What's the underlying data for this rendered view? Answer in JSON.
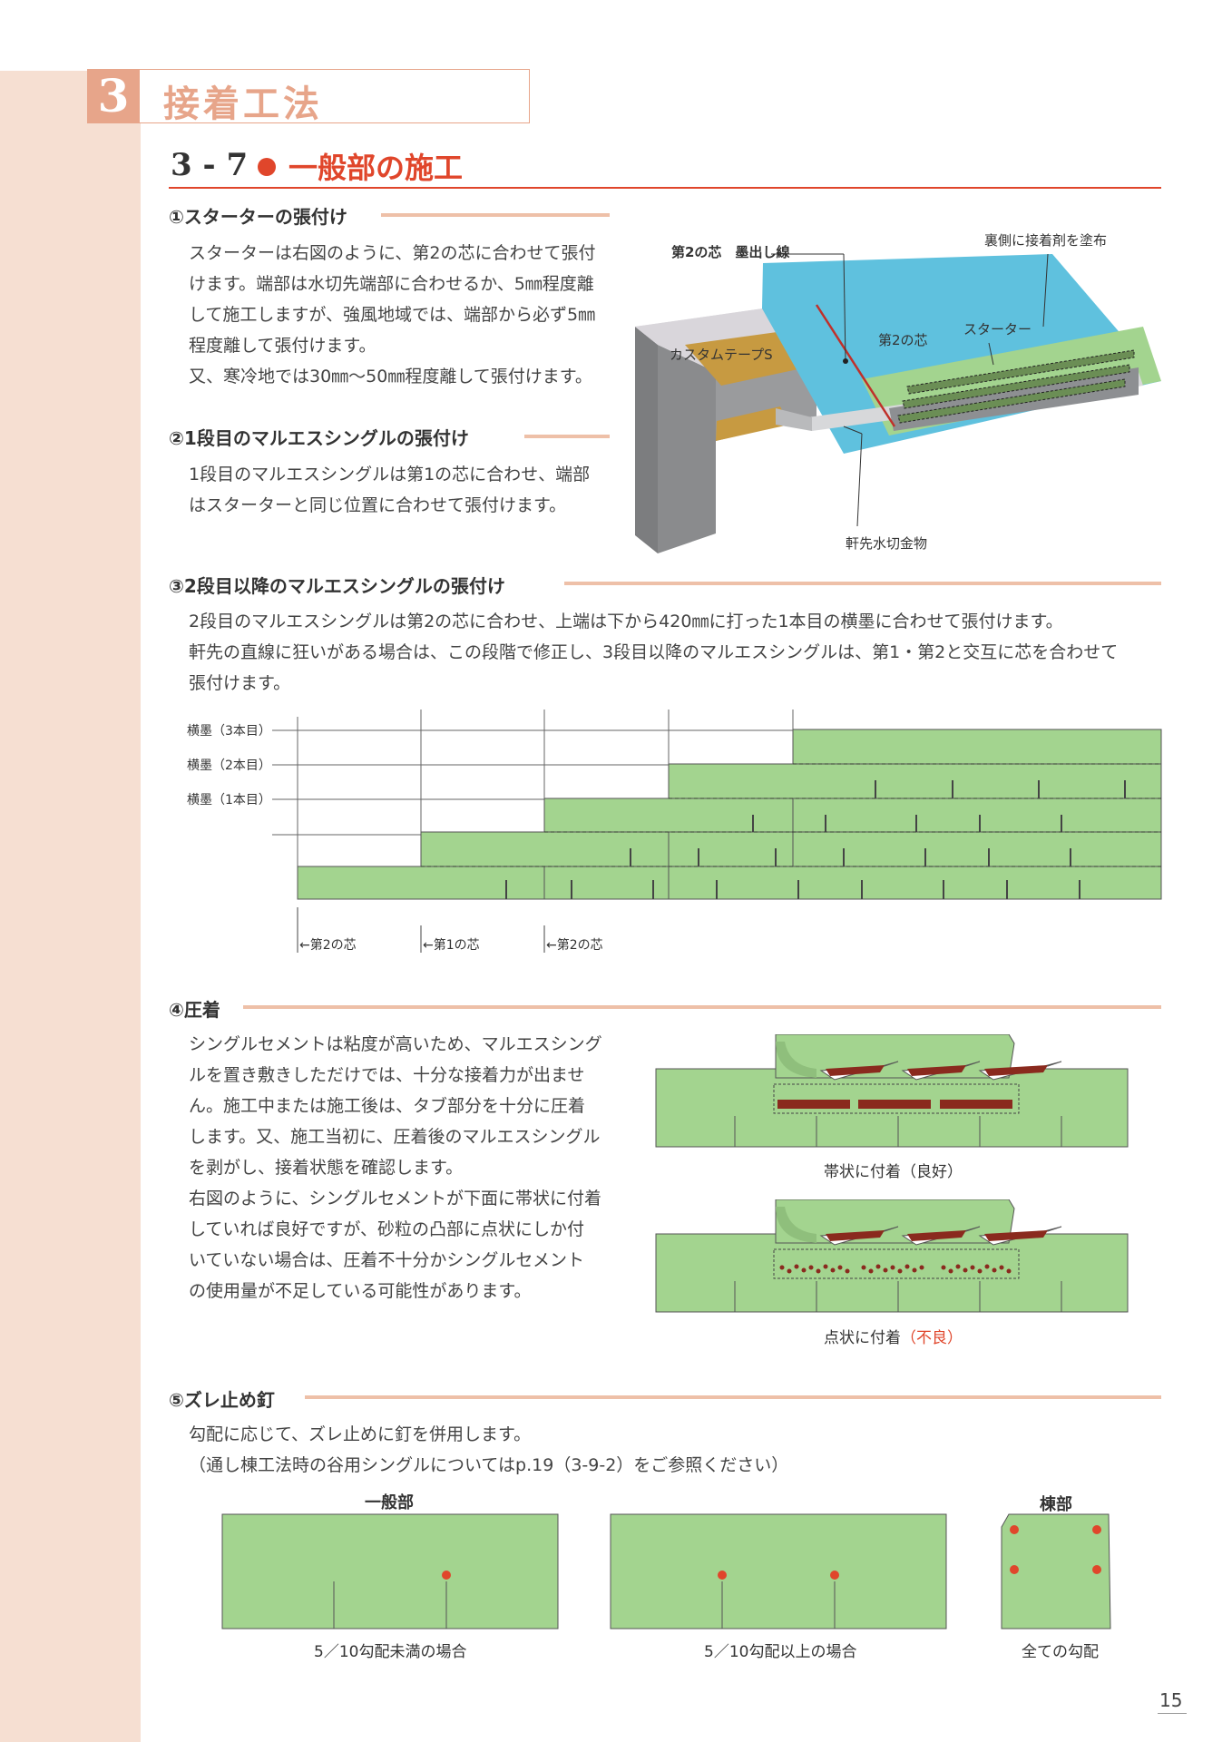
{
  "chapter": {
    "number": "3",
    "title": "接着工法"
  },
  "section": {
    "number": "3 - 7",
    "title": "一般部の施工"
  },
  "s1": {
    "heading": "①スターターの張付け",
    "body": "スターターは右図のように、第2の芯に合わせて張付\nけます。端部は水切先端部に合わせるか、5㎜程度離\nして施工しますが、強風地域では、端部から必ず5㎜\n程度離して張付けます。\n又、寒冷地では30㎜～50㎜程度離して張付けます。",
    "diagram": {
      "label_marking": "第2の芯　墨出し線",
      "label_adhesive": "裏側に接着剤を塗布",
      "label_tape": "カスタムテープS",
      "label_core2": "第2の芯",
      "label_starter": "スターター",
      "label_flashing": "軒先水切金物"
    }
  },
  "s2": {
    "heading": "②1段目のマルエスシングルの張付け",
    "body": "1段目のマルエスシングルは第1の芯に合わせ、端部\nはスターターと同じ位置に合わせて張付けます。"
  },
  "s3": {
    "heading": "③2段目以降のマルエスシングルの張付け",
    "body": "2段目のマルエスシングルは第2の芯に合わせ、上端は下から420㎜に打った1本目の横墨に合わせて張付けます。\n軒先の直線に狂いがある場合は、この段階で修正し、3段目以降のマルエスシングルは、第1・第2と交互に芯を合わせて\n張付けます。",
    "diagram": {
      "lines": [
        "横墨（3本目）",
        "横墨（2本目）",
        "横墨（1本目）"
      ],
      "cores": [
        "←第2の芯",
        "←第1の芯",
        "←第2の芯"
      ]
    }
  },
  "s4": {
    "heading": "④圧着",
    "body": "シングルセメントは粘度が高いため、マルエスシング\nルを置き敷きしただけでは、十分な接着力が出ませ\nん。施工中または施工後は、タブ部分を十分に圧着\nします。又、施工当初に、圧着後のマルエスシングル\nを剥がし、接着状態を確認します。\n右図のように、シングルセメントが下面に帯状に付着\nしていれば良好ですが、砂粒の凸部に点状にしか付\nいていない場合は、圧着不十分かシングルセメント\nの使用量が不足している可能性があります。",
    "cap_good": "帯状に付着（良好）",
    "cap_bad_prefix": "点状に付着",
    "cap_bad_suffix": "（不良）"
  },
  "s5": {
    "heading": "⑤ズレ止め釘",
    "body": "勾配に応じて、ズレ止めに釘を併用します。\n（通し棟工法時の谷用シングルについてはp.19（3-9-2）をご参照ください）",
    "label_general": "一般部",
    "label_ridge": "棟部",
    "cap_a": "5／10勾配未満の場合",
    "cap_b": "5／10勾配以上の場合",
    "cap_c": "全ての勾配"
  },
  "page_number": "15",
  "colors": {
    "accent": "#e0462b",
    "salmon": "#e7a58a",
    "shingle": "#a3d48f",
    "sky": "#5fc1de"
  }
}
